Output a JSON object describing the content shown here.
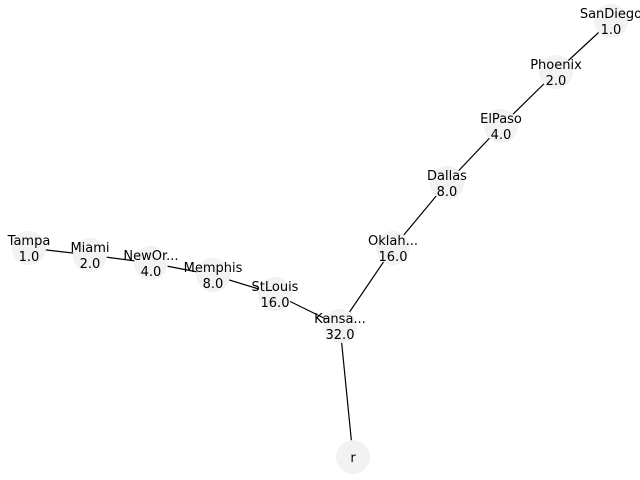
{
  "graph": {
    "nodes": [
      {
        "id": "r",
        "label": "r",
        "value": ""
      },
      {
        "id": "kansas",
        "label": "Kansa...",
        "value": "32.0"
      },
      {
        "id": "stlouis",
        "label": "StLouis",
        "value": "16.0"
      },
      {
        "id": "memphis",
        "label": "Memphis",
        "value": "8.0"
      },
      {
        "id": "neworleans",
        "label": "NewOr...",
        "value": "4.0"
      },
      {
        "id": "miami",
        "label": "Miami",
        "value": "2.0"
      },
      {
        "id": "tampa",
        "label": "Tampa",
        "value": "1.0"
      },
      {
        "id": "oklahoma",
        "label": "Oklah...",
        "value": "16.0"
      },
      {
        "id": "dallas",
        "label": "Dallas",
        "value": "8.0"
      },
      {
        "id": "elpaso",
        "label": "ElPaso",
        "value": "4.0"
      },
      {
        "id": "phoenix",
        "label": "Phoenix",
        "value": "2.0"
      },
      {
        "id": "sandiego",
        "label": "SanDiego",
        "value": "1.0"
      }
    ],
    "edges": [
      [
        "r",
        "kansas"
      ],
      [
        "kansas",
        "stlouis"
      ],
      [
        "stlouis",
        "memphis"
      ],
      [
        "memphis",
        "neworleans"
      ],
      [
        "neworleans",
        "miami"
      ],
      [
        "miami",
        "tampa"
      ],
      [
        "kansas",
        "oklahoma"
      ],
      [
        "oklahoma",
        "dallas"
      ],
      [
        "dallas",
        "elpaso"
      ],
      [
        "elpaso",
        "phoenix"
      ],
      [
        "phoenix",
        "sandiego"
      ]
    ]
  }
}
